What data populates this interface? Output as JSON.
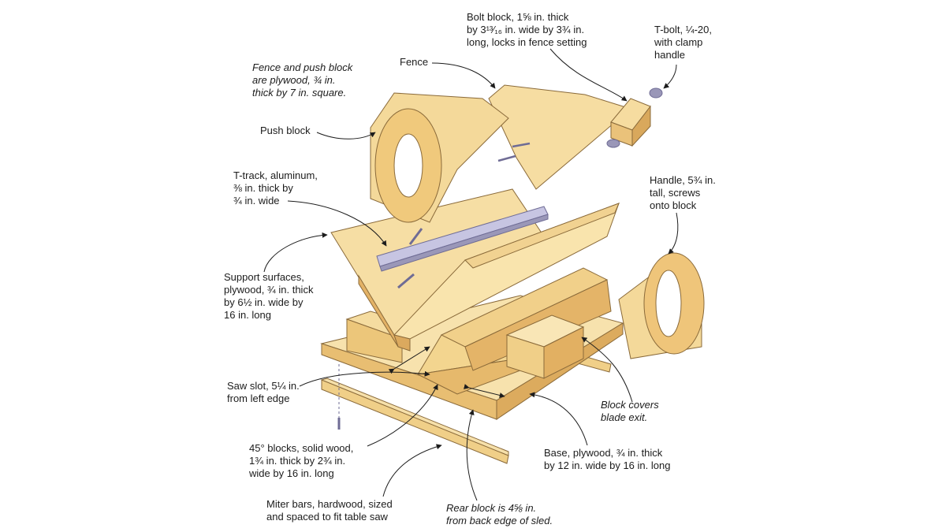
{
  "labels": {
    "bolt_block": "Bolt block, 1⅝ in. thick\nby 3¹³⁄₁₆ in. wide by 3¾ in.\nlong, locks in fence setting",
    "t_bolt": "T-bolt, ¼-20,\nwith clamp\nhandle",
    "fence": "Fence",
    "fence_push_note": "Fence and push block\nare plywood, ¾ in.\nthick by 7 in. square.",
    "push_block": "Push block",
    "t_track": "T-track, aluminum,\n⅜ in. thick by\n¾ in. wide",
    "handle": "Handle, 5¾ in.\ntall, screws\nonto block",
    "support_surfaces": "Support surfaces,\nplywood, ¾ in. thick\nby 6½ in. wide by\n16 in. long",
    "saw_slot": "Saw slot, 5¼ in.\nfrom left edge",
    "block_covers": "Block covers\nblade exit.",
    "blocks_45": "45° blocks, solid wood,\n1¾ in. thick by 2¾ in.\nwide by 16 in. long",
    "base": "Base, plywood, ¾ in. thick\nby 12 in. wide by 16 in. long",
    "miter_bars": "Miter bars, hardwood, sized\nand spaced to fit table saw",
    "rear_block": "Rear block is 4⅝ in.\nfrom back edge of sled."
  },
  "colors": {
    "wood_light": "#f5dca0",
    "wood_mid": "#ecc67a",
    "wood_dark": "#d9a85c",
    "outline": "#8a6a3a",
    "leader": "#1c1c1c",
    "track": "#b9b7d6",
    "hardware": "#9a97b8"
  }
}
